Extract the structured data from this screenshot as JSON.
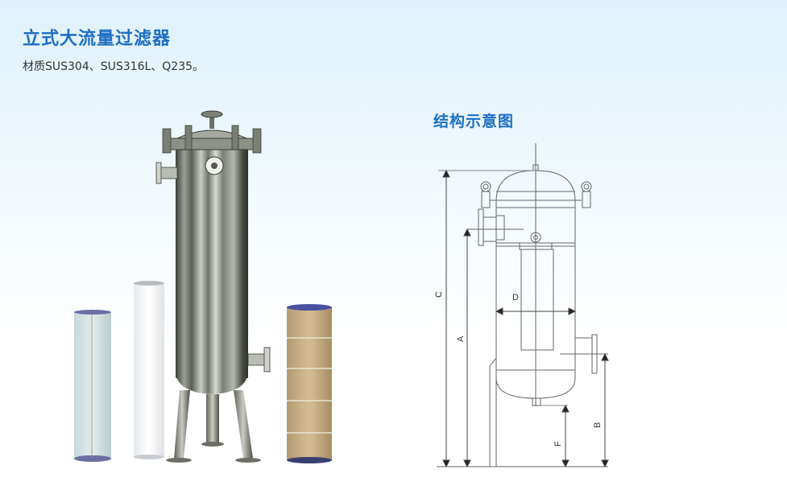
{
  "header": {
    "title": "立式大流量过滤器",
    "subtitle": "材质SUS304、SUS316L、Q235。"
  },
  "diagram": {
    "title": "结构示意图",
    "labels": {
      "C": "C",
      "A": "A",
      "D": "D",
      "B": "B",
      "F": "F"
    }
  },
  "photo": {
    "items": [
      {
        "name": "pleated-cartridge-blue",
        "color": "#cfe0e2"
      },
      {
        "name": "white-cartridge",
        "color": "#f3f5f7"
      },
      {
        "name": "stainless-housing",
        "color": "#8a8f88"
      },
      {
        "name": "tan-cartridge",
        "color": "#c8b088"
      }
    ]
  },
  "colors": {
    "title": "#1e6fc4",
    "text": "#333333",
    "line": "#555555"
  }
}
